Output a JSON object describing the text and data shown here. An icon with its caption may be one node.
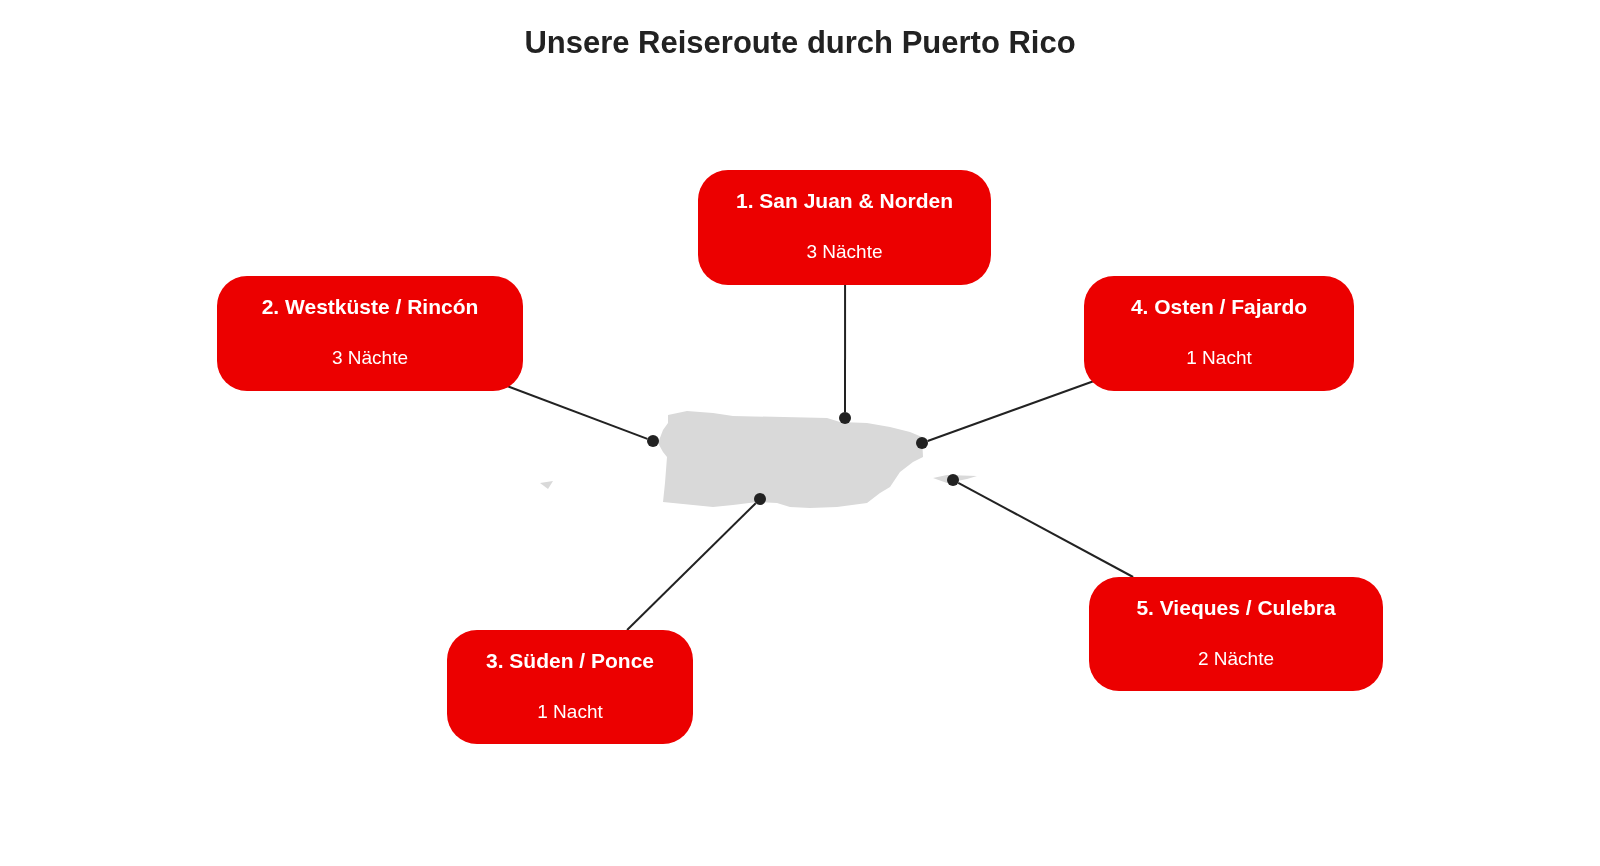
{
  "diagram": {
    "title": "Unsere Reiseroute durch Puerto Rico",
    "nodes": [
      {
        "text": [
          "1. San Juan & Norden",
          "3 Nächte"
        ]
      },
      {
        "text": [
          "2. Westküste / Rincón",
          "3 Nächte"
        ]
      },
      {
        "text": [
          "3. Süden / Ponce",
          "1 Nacht"
        ]
      },
      {
        "text": [
          "4. Osten / Fajardo",
          "1 Nacht"
        ]
      },
      {
        "text": [
          "5. Vieques / Culebra",
          "2 Nächte"
        ]
      },
      {
        "text": [],
        "shape": "circle"
      },
      {
        "text": [],
        "shape": "circle"
      },
      {
        "text": [],
        "shape": "circle"
      },
      {
        "text": [],
        "shape": "circle"
      },
      {
        "text": [],
        "shape": "circle"
      }
    ],
    "edges": [
      {
        "from": 0,
        "to": 5,
        "arrow": "none"
      },
      {
        "from": 1,
        "to": 6,
        "arrow": "none"
      },
      {
        "from": 2,
        "to": 7,
        "arrow": "none"
      },
      {
        "from": 3,
        "to": 8,
        "arrow": "none"
      },
      {
        "from": 4,
        "to": 9,
        "arrow": "none"
      }
    ]
  }
}
